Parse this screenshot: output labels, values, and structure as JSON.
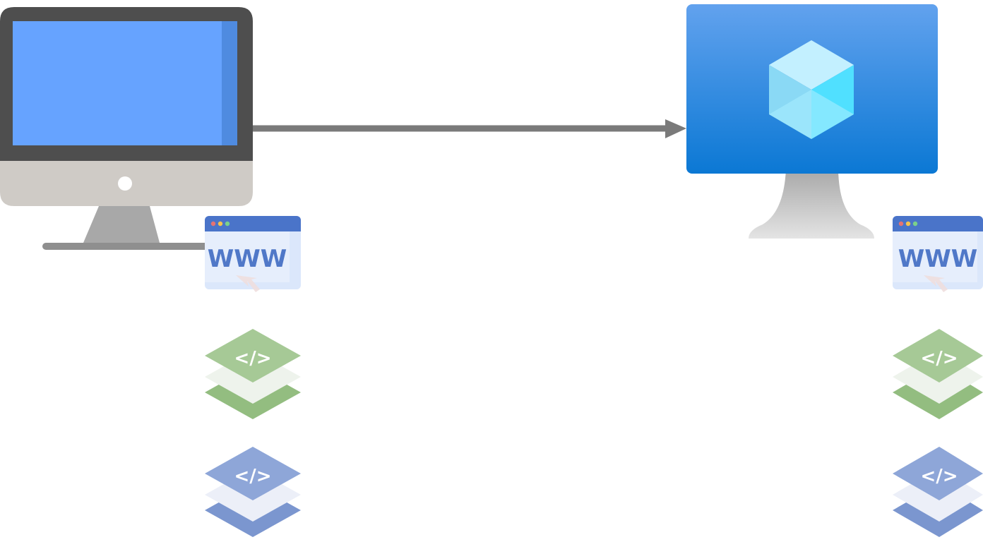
{
  "diagram": {
    "nodes": [
      {
        "id": "local-computer",
        "kind": "desktop-monitor",
        "icon": "desktop-computer-icon"
      },
      {
        "id": "azure-vm",
        "kind": "azure-virtual-machine",
        "icon": "azure-vm-monitor-icon"
      }
    ],
    "edges": [
      {
        "from": "local-computer",
        "to": "azure-vm",
        "style": "solid-arrow"
      }
    ],
    "stacks": [
      {
        "owner": "local-computer",
        "items": [
          {
            "icon": "web-browser-icon",
            "label": "WWW"
          },
          {
            "icon": "code-layers-green-icon",
            "label": "</>"
          },
          {
            "icon": "code-layers-blue-icon",
            "label": "</>"
          }
        ]
      },
      {
        "owner": "azure-vm",
        "items": [
          {
            "icon": "web-browser-icon",
            "label": "WWW"
          },
          {
            "icon": "code-layers-green-icon",
            "label": "</>"
          },
          {
            "icon": "code-layers-blue-icon",
            "label": "</>"
          }
        ]
      }
    ],
    "colors": {
      "arrow": "#7a7a7a",
      "local_screen": "#66a3ff",
      "vm_screen_top": "#63a3ee",
      "vm_screen_bottom": "#0b78d4",
      "green_layer": "#9fc48d",
      "blue_layer": "#8aa3d6",
      "browser_accent": "#5078c8"
    }
  }
}
